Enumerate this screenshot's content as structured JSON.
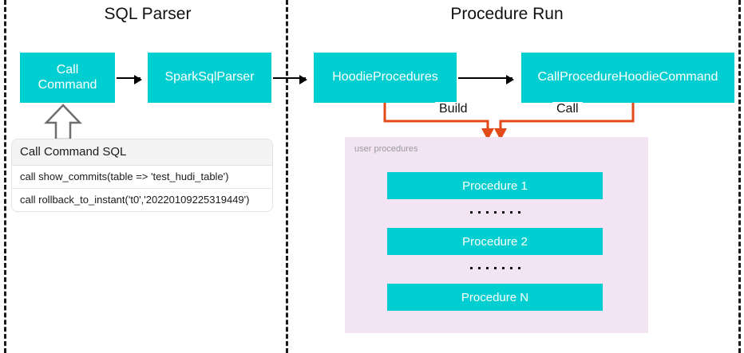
{
  "sections": {
    "left_title": "SQL Parser",
    "right_title": "Procedure Run"
  },
  "nodes": {
    "call_command": "Call\nCommand",
    "call_command_line1": "Call",
    "call_command_line2": "Command",
    "spark_sql_parser": "SparkSqlParser",
    "hoodie_procedures": "HoodieProcedures",
    "call_procedure_hoodie_command": "CallProcedureHoodieCommand"
  },
  "connectors": {
    "build_label": "Build",
    "call_label": "Call",
    "color": "#e24a1a",
    "flow_arrow_color": "#000000"
  },
  "sql_card": {
    "header": "Call Command SQL",
    "rows": [
      "call show_commits(table => 'test_hudi_table')",
      "call rollback_to_instant('t0','20220109225319449')"
    ]
  },
  "procedures_panel": {
    "label": "user procedures",
    "background": "#f2e4f3",
    "items": [
      "Procedure 1",
      "Procedure 2",
      "Procedure N"
    ],
    "ellipsis_dot_count": 7
  },
  "colors": {
    "node_fill": "#00CED1",
    "node_text": "#ffffff",
    "divider": "#1a1a1a",
    "panel_label": "#9b9b9b"
  }
}
